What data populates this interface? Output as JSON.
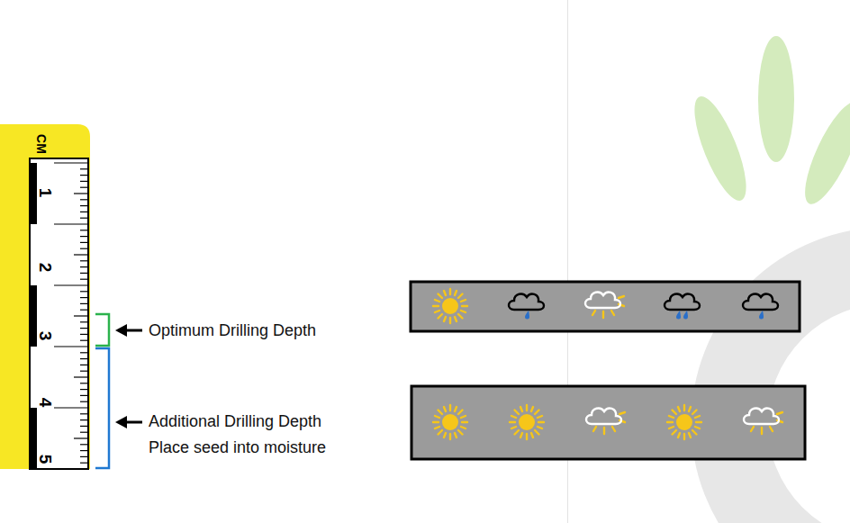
{
  "diagram": {
    "labels": [
      "CM",
      "1",
      "2",
      "3",
      "4",
      "5",
      "Optimum Drilling Depth",
      "Additional Drilling Depth",
      "Place seed into moisture"
    ]
  }
}
